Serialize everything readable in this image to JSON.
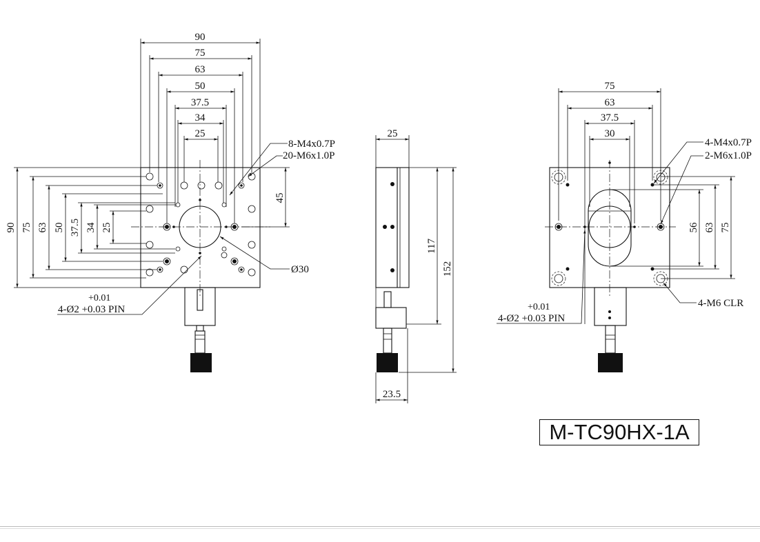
{
  "model": "M-TC90HX-1A",
  "front_view": {
    "horizontal_dims": [
      "90",
      "75",
      "63",
      "50",
      "37.5",
      "34",
      "25"
    ],
    "vertical_dims": [
      "90",
      "75",
      "63",
      "50",
      "37.5",
      "34",
      "25"
    ],
    "dim_45": "45",
    "callout_m4": "8-M4x0.7P",
    "callout_m6": "20-M6x1.0P",
    "callout_bore": "Ø30",
    "pin_tol": "+0.01",
    "pin_label": "4-Ø2 +0.03 PIN"
  },
  "side_view": {
    "width_top": "25",
    "height_117": "117",
    "height_152": "152",
    "width_bottom": "23.5"
  },
  "rear_view": {
    "horizontal_dims": [
      "75",
      "63",
      "37.5",
      "30"
    ],
    "vertical_dims": [
      "56",
      "63",
      "75"
    ],
    "callout_m4": "4-M4x0.7P",
    "callout_m6": "2-M6x1.0P",
    "callout_clr": "4-M6 CLR",
    "pin_tol": "+0.01",
    "pin_label": "4-Ø2 +0.03 PIN"
  }
}
